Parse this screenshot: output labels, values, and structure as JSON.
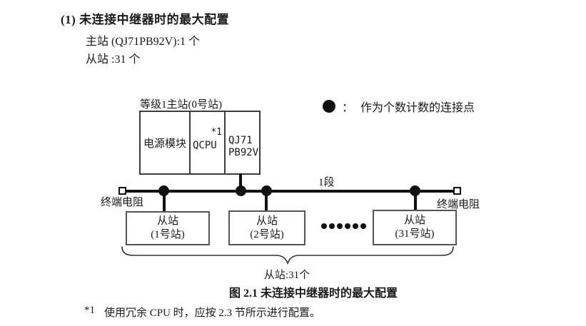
{
  "header": {
    "title": "(1) 未连接中继器时的最大配置",
    "master_line": "主站 (QJ71PB92V):1 个",
    "slave_line": "从站 :31 个"
  },
  "legend": {
    "separator": "：",
    "label": "作为个数计数的连接点"
  },
  "diagram": {
    "master_label": "等级1主站(0号站)",
    "modules": {
      "power": "电源模块",
      "cpu": "QCPU",
      "cpu_note": "*1",
      "pb_line1": "QJ71",
      "pb_line2": "PB92V"
    },
    "segment_label": "1段",
    "terminator_left": "终端电阻",
    "terminator_right": "终端电阻",
    "slaves": [
      {
        "name": "从站",
        "station": "(1号站)"
      },
      {
        "name": "从站",
        "station": "(2号站)"
      },
      {
        "name": "从站",
        "station": "(31号站)"
      }
    ],
    "brace_label": "从站:31个"
  },
  "caption": "图 2.1 未连接中继器时的最大配置",
  "footnote": {
    "marker": "*1",
    "text": "使用冗余 CPU 时，应按 2.3 节所示进行配置。"
  },
  "colors": {
    "ink": "#1a1a1a",
    "line": "#111111",
    "box_border": "#3c3c3c",
    "slave_border": "#555555",
    "background": "#ffffff"
  }
}
